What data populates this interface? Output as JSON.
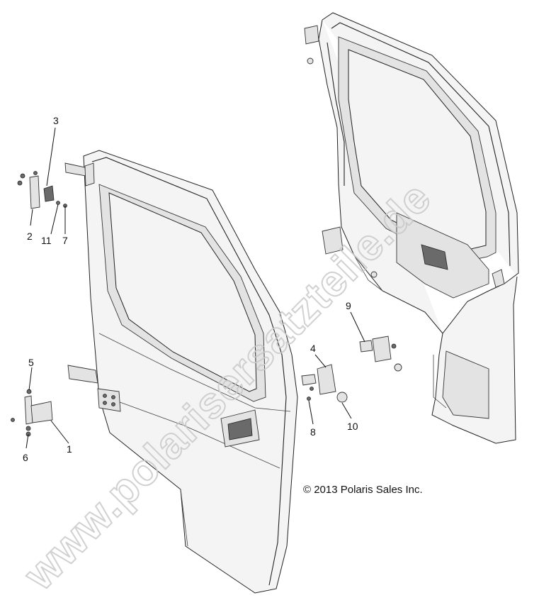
{
  "diagram": {
    "callouts": [
      "1",
      "2",
      "3",
      "4",
      "5",
      "6",
      "7",
      "8",
      "9",
      "10",
      "11"
    ],
    "copyright": "© 2013 Polaris Sales Inc.",
    "watermark": "www.polarisersatzteile.de"
  }
}
